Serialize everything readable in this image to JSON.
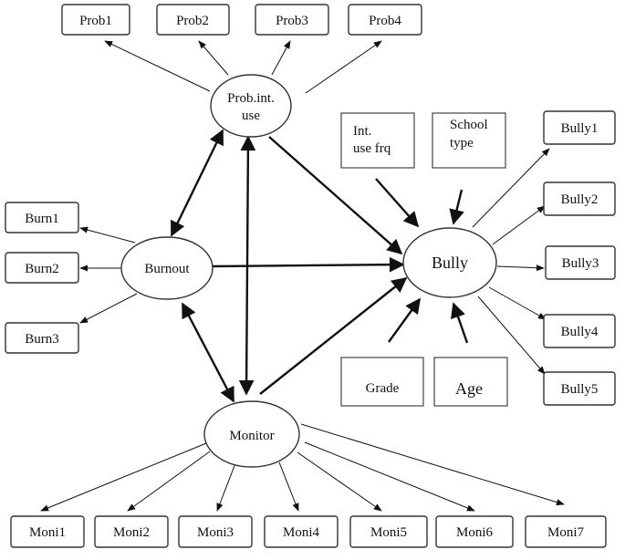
{
  "latents": {
    "prob": {
      "line1": "Prob.int.",
      "line2": "use"
    },
    "burnout": "Burnout",
    "bully": "Bully",
    "monitor": "Monitor"
  },
  "indicators": {
    "prob": [
      "Prob1",
      "Prob2",
      "Prob3",
      "Prob4"
    ],
    "burn": [
      "Burn1",
      "Burn2",
      "Burn3"
    ],
    "bully": [
      "Bully1",
      "Bully2",
      "Bully3",
      "Bully4",
      "Bully5"
    ],
    "moni": [
      "Moni1",
      "Moni2",
      "Moni3",
      "Moni4",
      "Moni5",
      "Moni6",
      "Moni7"
    ]
  },
  "covariates": {
    "int_use": {
      "line1": "Int.",
      "line2": "use frq"
    },
    "school": {
      "line1": "School",
      "line2": "type"
    },
    "grade": "Grade",
    "age": "Age"
  }
}
